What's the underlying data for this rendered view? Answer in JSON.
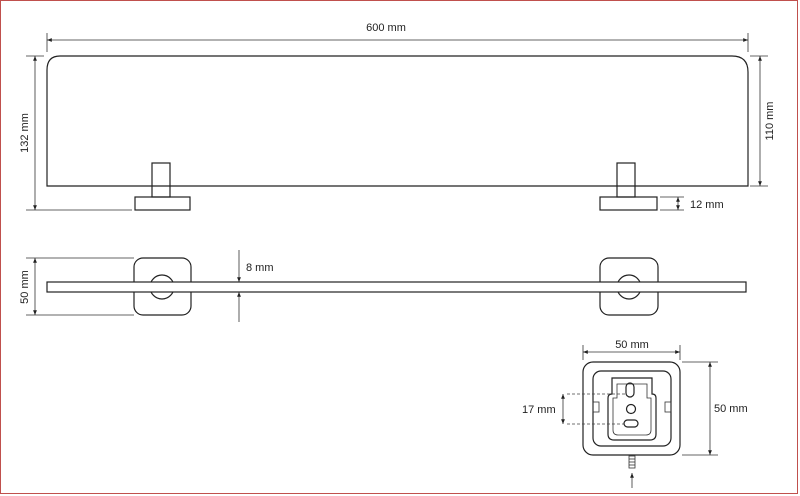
{
  "dimensions": {
    "total_length": "600 mm",
    "height_total": "132 mm",
    "height_shelf": "110 mm",
    "bracket_height": "12 mm",
    "depth": "50 mm",
    "glass_thickness": "8 mm",
    "mount_width": "50 mm",
    "mount_height": "50 mm",
    "hole_spacing": "17 mm"
  },
  "colors": {
    "line": "#222222",
    "frame_border": "#c0504d",
    "background": "#ffffff"
  }
}
